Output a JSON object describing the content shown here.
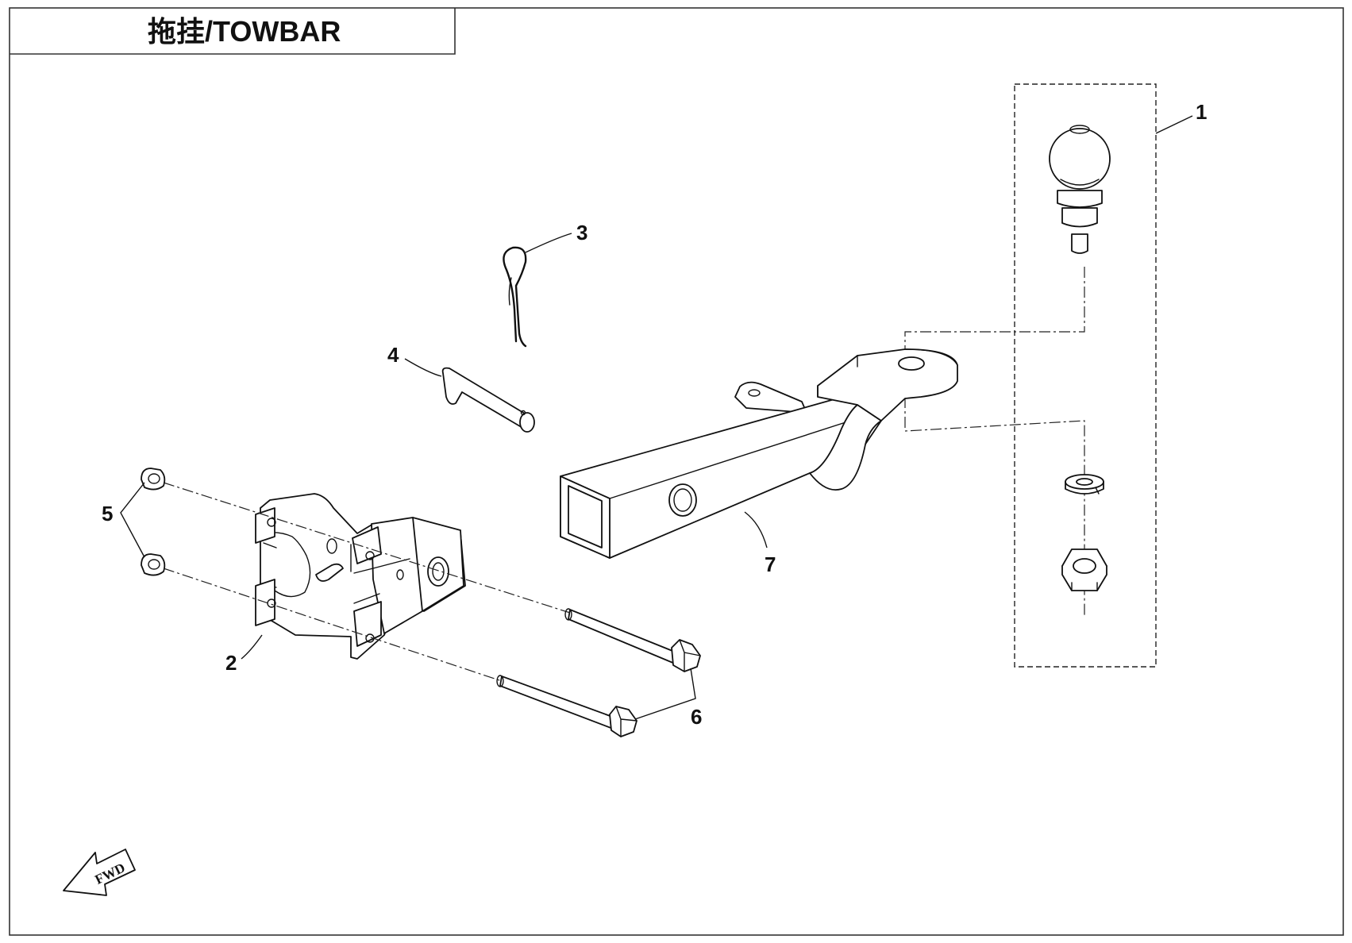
{
  "title": "拖挂/TOWBAR",
  "callouts": {
    "c1": "1",
    "c2": "2",
    "c3": "3",
    "c4": "4",
    "c5": "5",
    "c6": "6",
    "c7": "7"
  },
  "fwd_label": "FWD",
  "colors": {
    "ink": "#111111",
    "background": "#ffffff"
  },
  "icons": [
    "fwd-arrow-icon"
  ]
}
